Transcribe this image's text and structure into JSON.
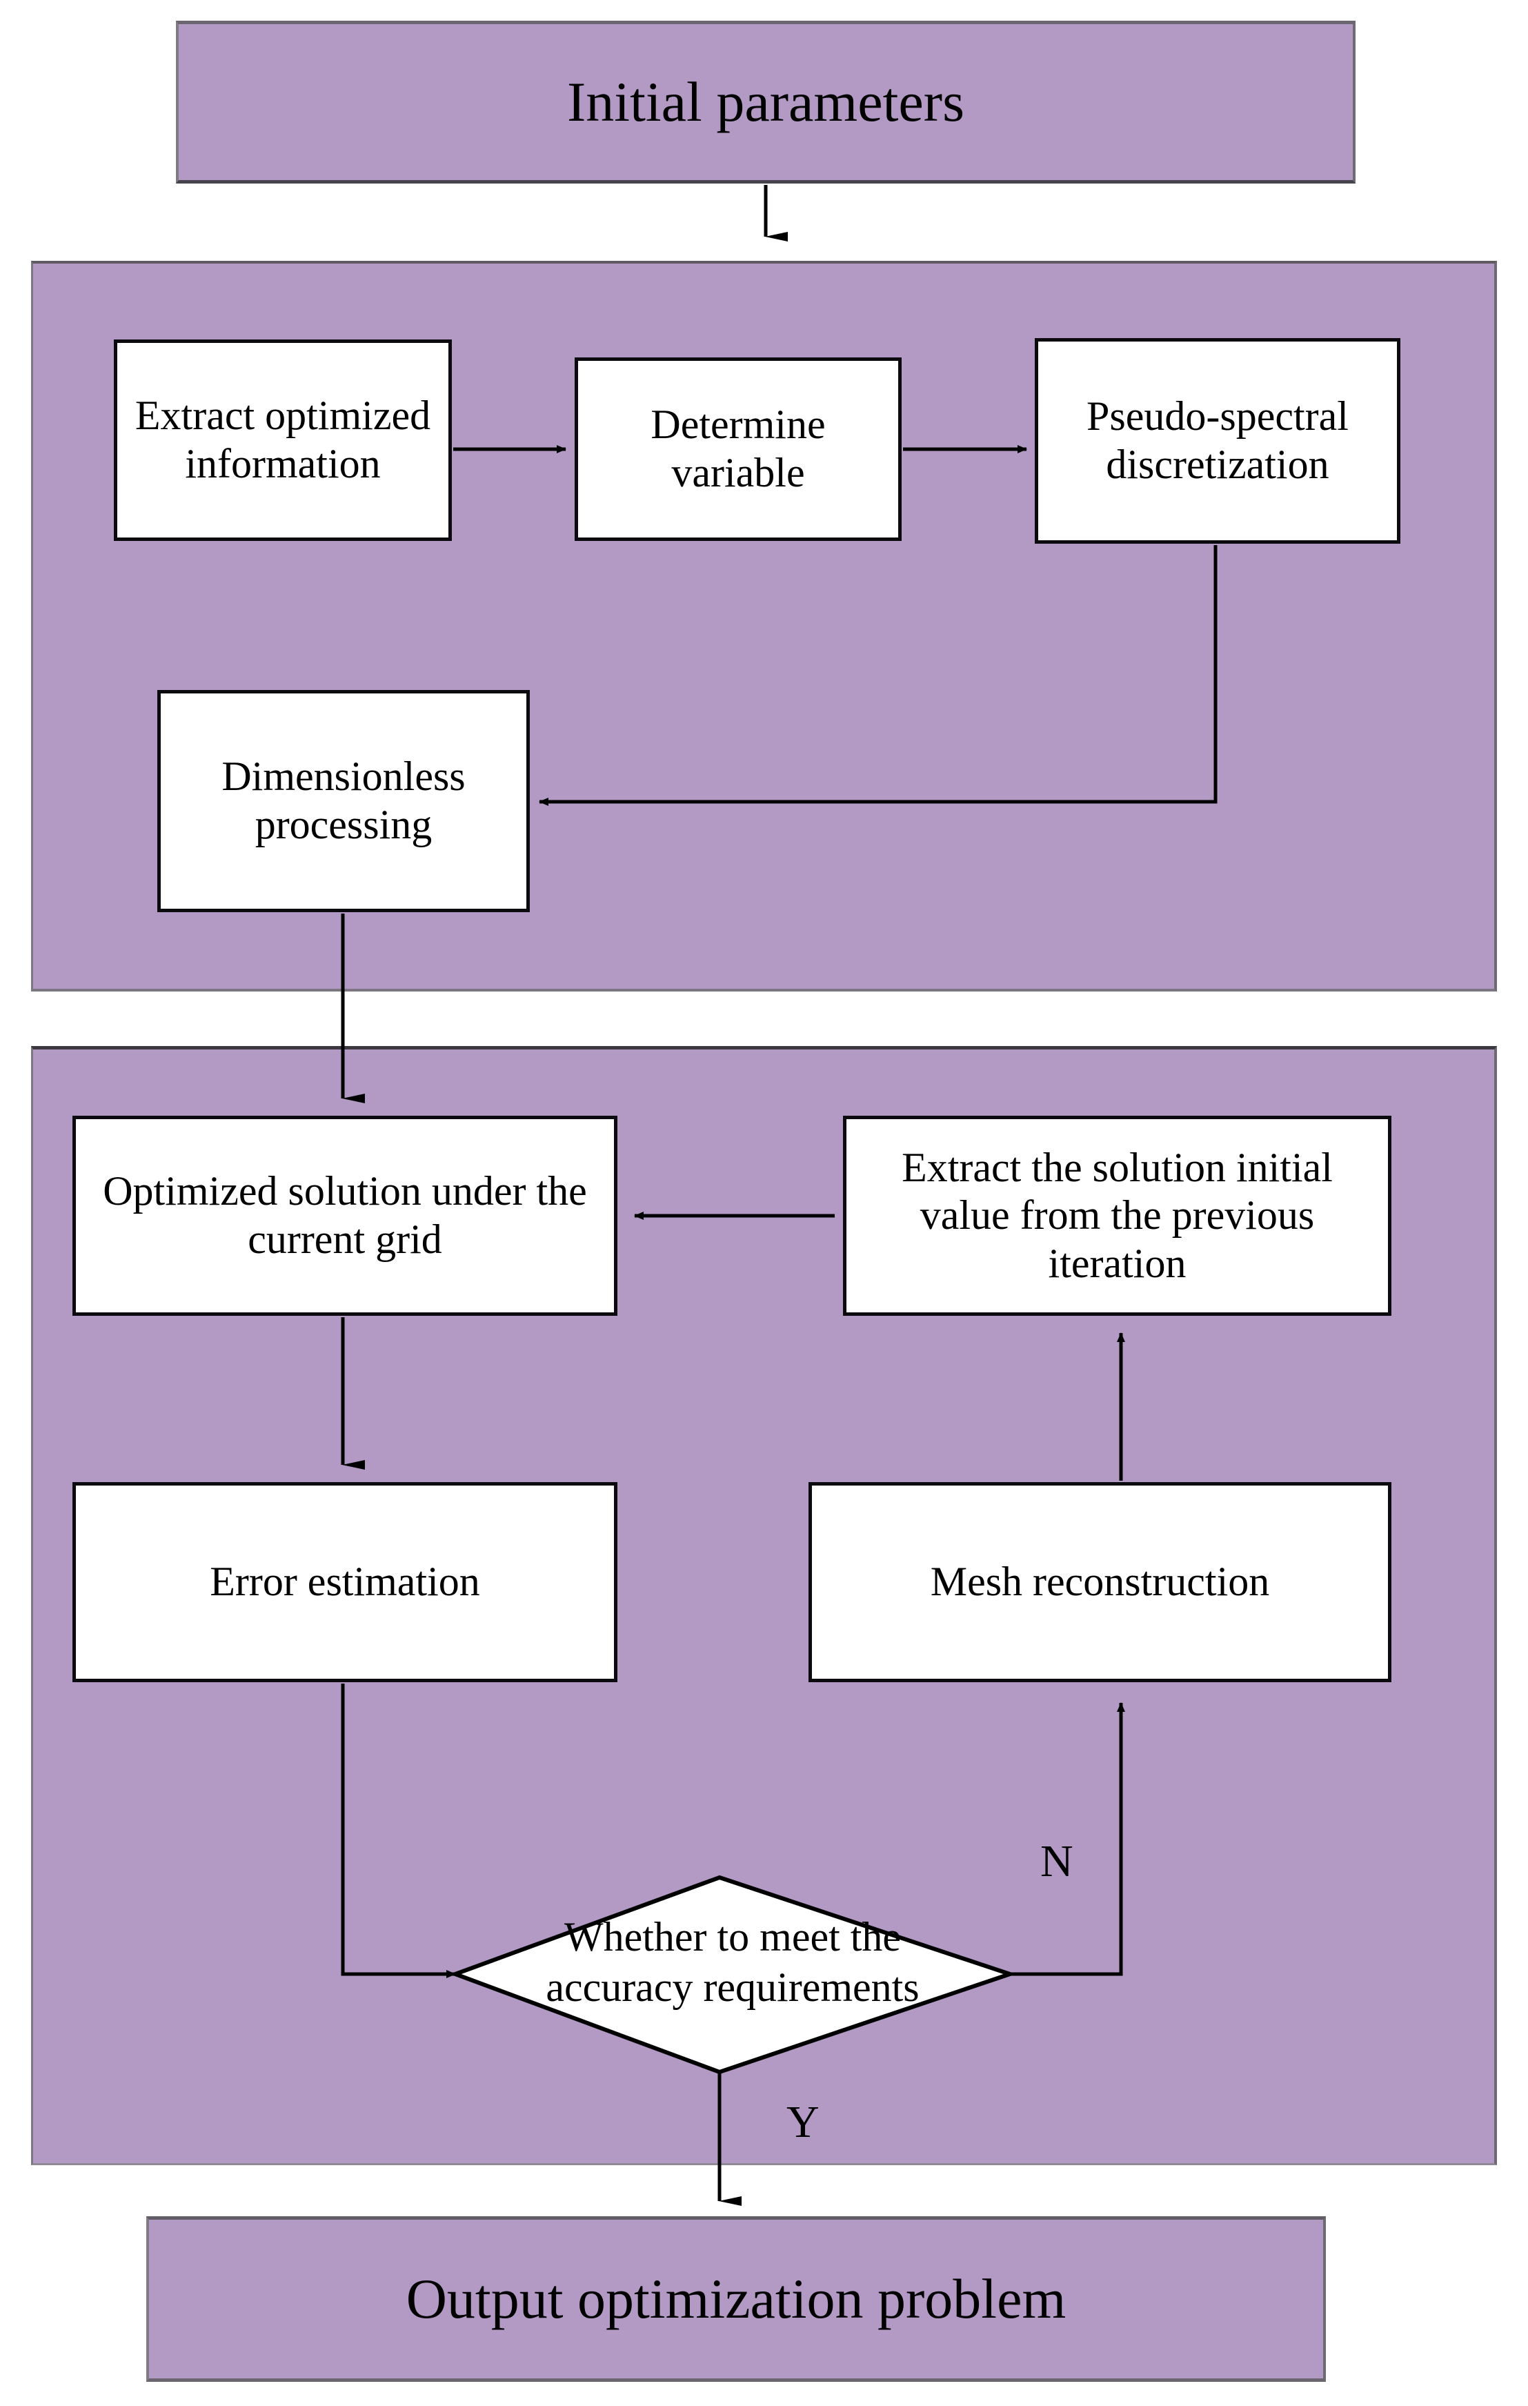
{
  "diagram": {
    "title": "Adaptive pseudo-spectral optimization flowchart",
    "colors": {
      "panel_fill": "#b29ac4",
      "terminator_fill": "#b29ac4",
      "process_fill": "#ffffff",
      "stroke": "#000000",
      "page_background": "#ffffff"
    },
    "terminators": {
      "start": "Initial parameters",
      "end": "Output optimization problem"
    },
    "panels": [
      {
        "id": "panel-1",
        "label": "",
        "nodes": [
          "extract-optimized-information",
          "determine-variable",
          "pseudo-spectral-discretization",
          "dimensionless-processing"
        ]
      },
      {
        "id": "panel-2",
        "label": "",
        "nodes": [
          "optimized-solution-under-the-current-grid",
          "extract-the-solution-initial-value-from-the-previous-iteration",
          "error-estimation",
          "mesh-reconstruction",
          "whether-to-meet-the-accuracy-requirements"
        ]
      }
    ],
    "nodes": {
      "extract_optimized_information": "Extract optimized information",
      "determine_variable": "Determine variable",
      "pseudo_spectral_discretization": "Pseudo-spectral discretization",
      "dimensionless_processing": "Dimensionless processing",
      "optimized_solution_under_current_grid": "Optimized solution under the current grid",
      "extract_solution_initial_value": "Extract the solution initial value from the previous iteration",
      "error_estimation": "Error estimation",
      "mesh_reconstruction": "Mesh reconstruction",
      "decision": "Whether to meet the accuracy requirements"
    },
    "branch_labels": {
      "no": "N",
      "yes": "Y"
    },
    "edges": [
      {
        "from": "Initial parameters",
        "to": "Extract optimized information",
        "label": ""
      },
      {
        "from": "Extract optimized information",
        "to": "Determine variable",
        "label": ""
      },
      {
        "from": "Determine variable",
        "to": "Pseudo-spectral discretization",
        "label": ""
      },
      {
        "from": "Pseudo-spectral discretization",
        "to": "Dimensionless processing",
        "label": ""
      },
      {
        "from": "Dimensionless processing",
        "to": "Optimized solution under the current grid",
        "label": ""
      },
      {
        "from": "Optimized solution under the current grid",
        "to": "Error estimation",
        "label": ""
      },
      {
        "from": "Error estimation",
        "to": "Whether to meet the accuracy requirements",
        "label": ""
      },
      {
        "from": "Whether to meet the accuracy requirements",
        "to": "Mesh reconstruction",
        "label": "N"
      },
      {
        "from": "Mesh reconstruction",
        "to": "Extract the solution initial value from the previous iteration",
        "label": ""
      },
      {
        "from": "Extract the solution initial value from the previous iteration",
        "to": "Optimized solution under the current grid",
        "label": ""
      },
      {
        "from": "Whether to meet the accuracy requirements",
        "to": "Output optimization problem",
        "label": "Y"
      }
    ]
  }
}
